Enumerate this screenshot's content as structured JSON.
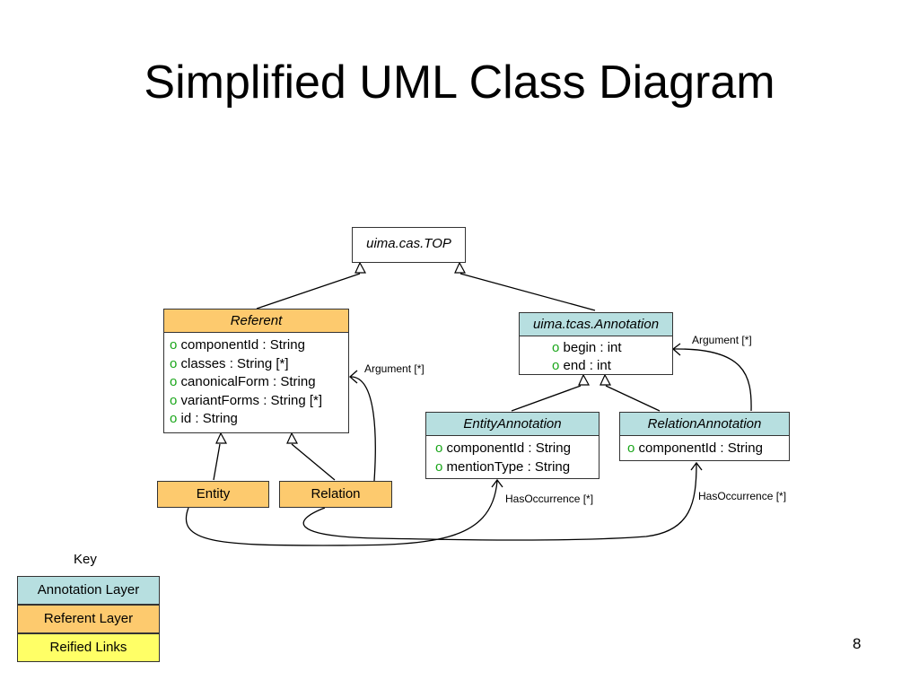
{
  "title": "Simplified UML Class Diagram",
  "colors": {
    "annotation_layer": "#b7dfe0",
    "referent_layer": "#fdca6e",
    "reified_links": "#ffff66",
    "attribute_marker": "#1aa61a"
  },
  "classes": {
    "top": {
      "name": "uima.cas.TOP"
    },
    "referent": {
      "name": "Referent",
      "attributes": [
        {
          "marker": "o",
          "text": "componentId : String"
        },
        {
          "marker": "o",
          "text": "classes : String [*]"
        },
        {
          "marker": "o",
          "text": "canonicalForm : String"
        },
        {
          "marker": "o",
          "text": "variantForms : String [*]"
        },
        {
          "marker": "o",
          "text": "id : String"
        }
      ]
    },
    "annotation": {
      "name": "uima.tcas.Annotation",
      "attributes": [
        {
          "marker": "o",
          "text": "begin : int"
        },
        {
          "marker": "o",
          "text": "end : int"
        }
      ]
    },
    "entity_annotation": {
      "name": "EntityAnnotation",
      "attributes": [
        {
          "marker": "o",
          "text": "componentId : String"
        },
        {
          "marker": "o",
          "text": "mentionType : String"
        }
      ]
    },
    "relation_annotation": {
      "name": "RelationAnnotation",
      "attributes": [
        {
          "marker": "o",
          "text": "componentId : String"
        }
      ]
    },
    "entity": {
      "name": "Entity"
    },
    "relation": {
      "name": "Relation"
    }
  },
  "edge_labels": {
    "argument_left": "Argument  [*]",
    "argument_right": "Argument  [*]",
    "has_occurrence_left": "HasOccurrence  [*]",
    "has_occurrence_right": "HasOccurrence  [*]"
  },
  "key": {
    "title": "Key",
    "items": [
      {
        "label": "Annotation Layer"
      },
      {
        "label": "Referent Layer"
      },
      {
        "label": "Reified Links"
      }
    ]
  },
  "page_number": "8"
}
